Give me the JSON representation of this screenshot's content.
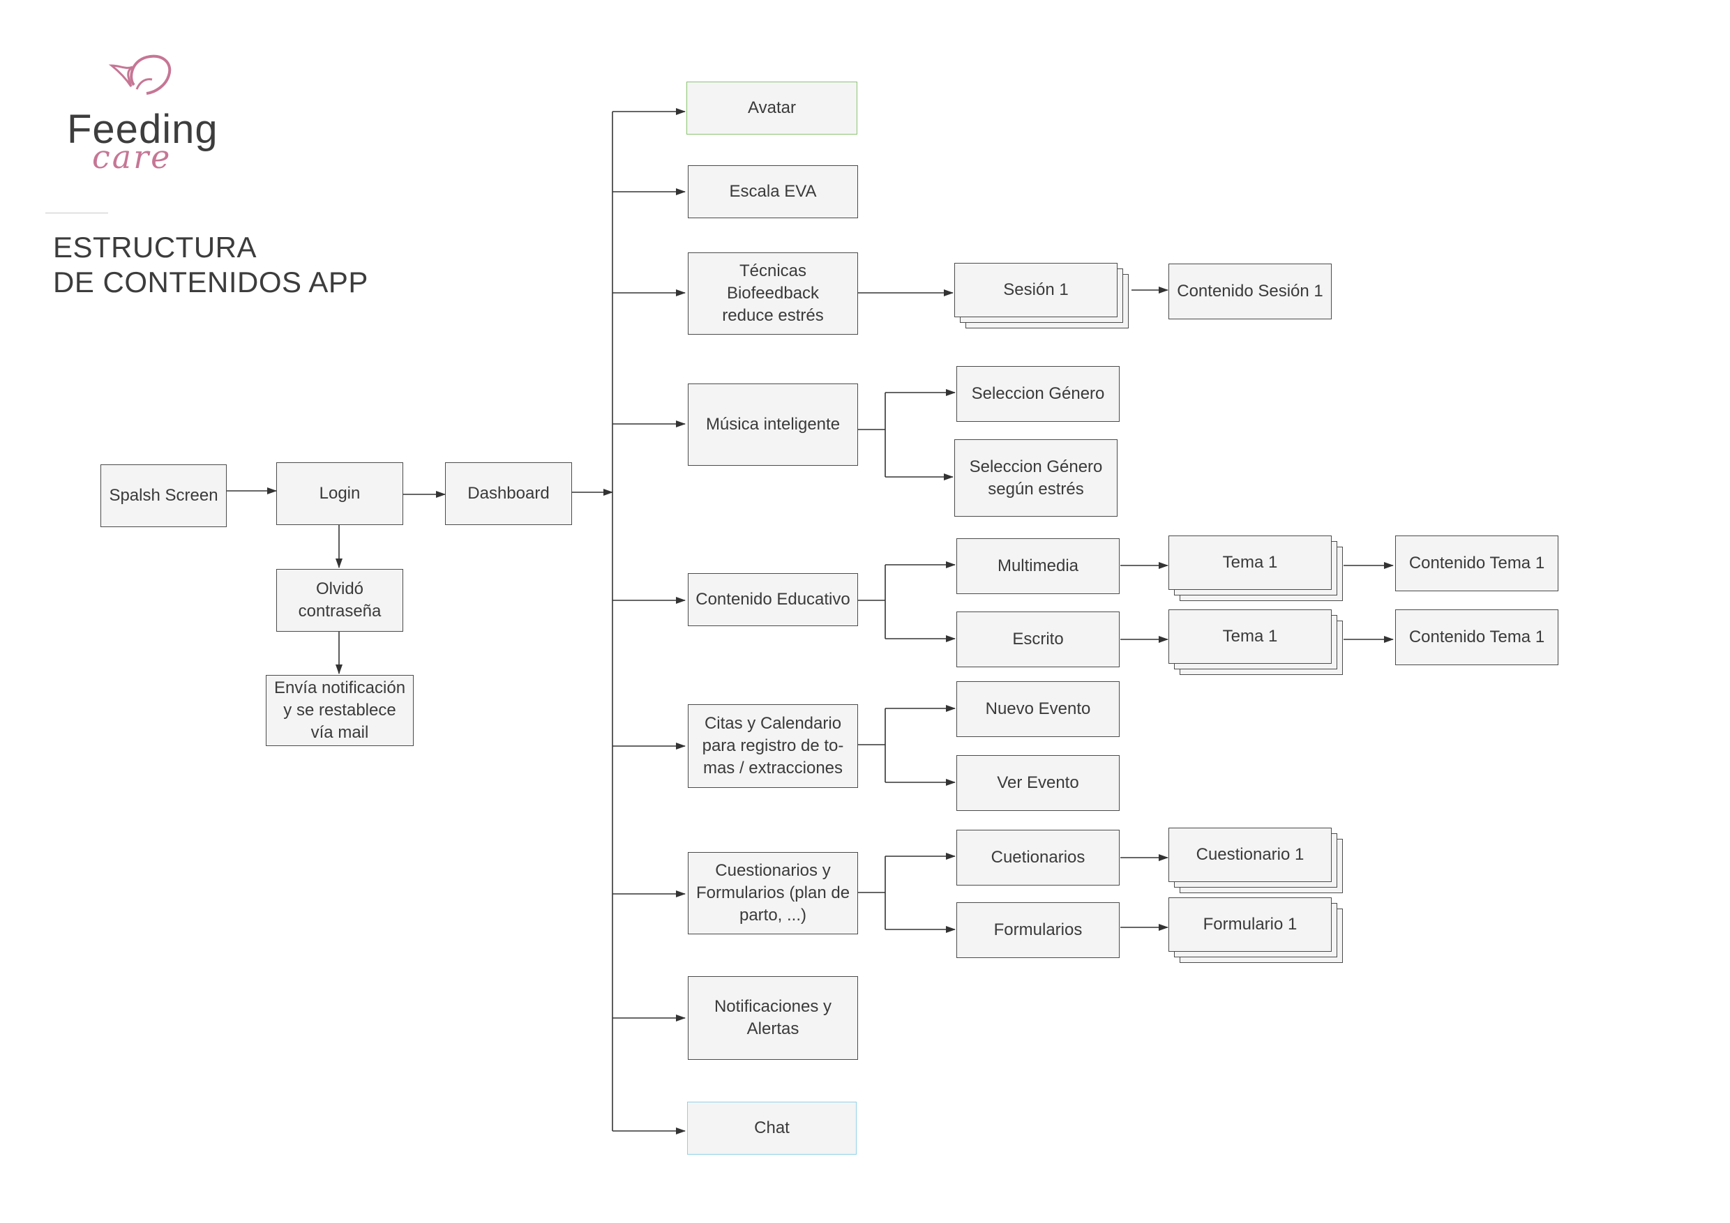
{
  "logo": {
    "word1": "Feeding",
    "word2": "care"
  },
  "title": {
    "line1": "ESTRUCTURA",
    "line2": "DE CONTENIDOS APP"
  },
  "nodes": {
    "splash": "Spalsh Screen",
    "login": "Login",
    "forgot": "Olvidó\ncontraseña",
    "notify_mail": "Envía notificación\ny se restablece\nvía mail",
    "dashboard": "Dashboard",
    "avatar": "Avatar",
    "escala": "Escala EVA",
    "biofeedback": "Técnicas Biofeedback\nreduce estrés",
    "sesion1": "Sesión 1",
    "contenido_sesion1": "Contenido Sesión 1",
    "musica": "Música inteligente",
    "sel_genero": "Seleccion Género",
    "sel_genero_estres": "Seleccion Género\nsegún estrés",
    "educativo": "Contenido Educativo",
    "multimedia": "Multimedia",
    "escrito": "Escrito",
    "tema1_a": "Tema 1",
    "tema1_b": "Tema 1",
    "contenido_tema1_a": "Contenido Tema 1",
    "contenido_tema1_b": "Contenido Tema 1",
    "citas": "Citas y Calendario\npara registro de to-\nmas / extracciones",
    "nuevo_evento": "Nuevo Evento",
    "ver_evento": "Ver Evento",
    "cuestionarios_form": "Cuestionarios y\nFormularios (plan de\nparto, ...)",
    "cuetionarios": "Cuetionarios",
    "formularios": "Formularios",
    "cuestionario1": "Cuestionario 1",
    "formulario1": "Formulario 1",
    "notificaciones": "Notificaciones  y\nAlertas",
    "chat": "Chat"
  },
  "colors": {
    "line": "#333333",
    "node_border": "#4a4a4a",
    "node_fill": "#f4f4f4",
    "avatar_border": "#8cc472",
    "chat_border": "#8fd1ea",
    "logo_pink": "#c67694"
  }
}
